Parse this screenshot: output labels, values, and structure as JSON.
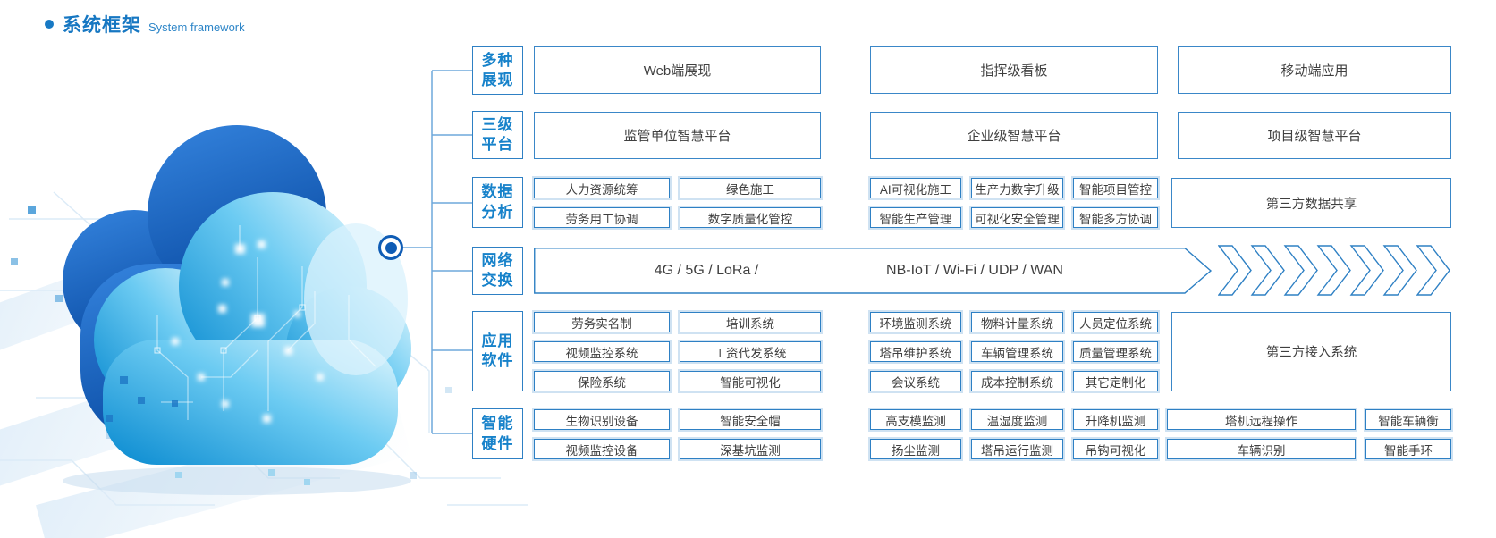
{
  "header": {
    "title_zh": "系统框架",
    "title_en": "System framework"
  },
  "colors": {
    "accent_border": "#2E80C4",
    "connector_line": "#6FA8DC",
    "label_text": "#1782CA",
    "box_text": "#3F3F3F",
    "title_blue": "#1677C2",
    "node_blue": "#0F5CB5"
  },
  "categories": [
    {
      "id": "display",
      "label_lines": [
        "多种",
        "展现"
      ],
      "boxes": [
        "Web端展现",
        "指挥级看板",
        "移动端应用"
      ]
    },
    {
      "id": "platform",
      "label_lines": [
        "三级",
        "平台"
      ],
      "boxes": [
        "监管单位智慧平台",
        "企业级智慧平台",
        "项目级智慧平台"
      ]
    },
    {
      "id": "data-analysis",
      "label_lines": [
        "数据",
        "分析"
      ],
      "left": [
        [
          "人力资源统筹",
          "绿色施工"
        ],
        [
          "劳务用工协调",
          "数字质量化管控"
        ]
      ],
      "middle": [
        [
          "AI可视化施工",
          "生产力数字升级",
          "智能项目管控"
        ],
        [
          "智能生产管理",
          "可视化安全管理",
          "智能多方协调"
        ]
      ],
      "right_big": "第三方数据共享"
    },
    {
      "id": "network",
      "label_lines": [
        "网络",
        "交换"
      ],
      "arrow_text_left": "4G / 5G / LoRa /",
      "arrow_text_right": "NB-IoT / Wi-Fi / UDP / WAN"
    },
    {
      "id": "software",
      "label_lines": [
        "应用",
        "软件"
      ],
      "left": [
        [
          "劳务实名制",
          "培训系统"
        ],
        [
          "视频监控系统",
          "工资代发系统"
        ],
        [
          "保险系统",
          "智能可视化"
        ]
      ],
      "middle": [
        [
          "环境监测系统",
          "物料计量系统",
          "人员定位系统"
        ],
        [
          "塔吊维护系统",
          "车辆管理系统",
          "质量管理系统"
        ],
        [
          "会议系统",
          "成本控制系统",
          "其它定制化"
        ]
      ],
      "right_big": "第三方接入系统"
    },
    {
      "id": "hardware",
      "label_lines": [
        "智能",
        "硬件"
      ],
      "left": [
        [
          "生物识别设备",
          "智能安全帽"
        ],
        [
          "视频监控设备",
          "深基坑监测"
        ]
      ],
      "middle": [
        [
          "高支模监测",
          "温湿度监测",
          "升降机监测"
        ],
        [
          "扬尘监测",
          "塔吊运行监测",
          "吊钩可视化"
        ]
      ],
      "right": [
        [
          "塔机远程操作",
          "智能车辆衡"
        ],
        [
          "车辆识别",
          "智能手环"
        ]
      ]
    }
  ]
}
